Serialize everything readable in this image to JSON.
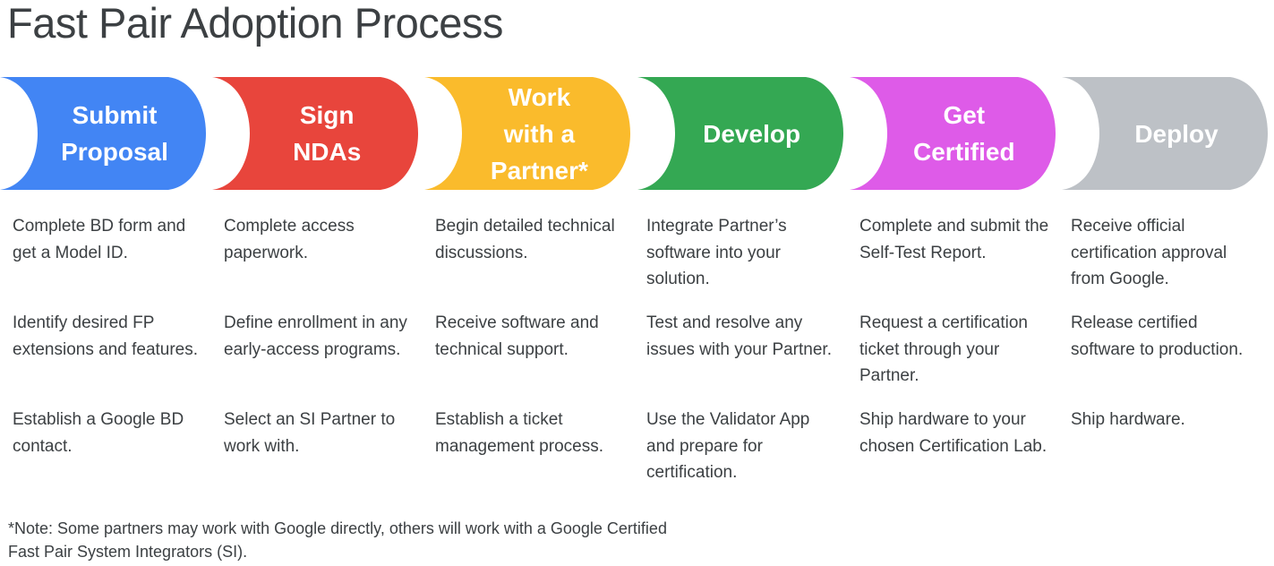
{
  "page": {
    "title": "Fast Pair Adoption Process",
    "footnote": "*Note: Some partners may work with Google directly, others will work with a Google Certified Fast Pair System Integrators (SI)."
  },
  "colors": {
    "blue": "#4285F4",
    "red": "#E8453C",
    "yellow": "#FABB2C",
    "green": "#34A853",
    "magenta": "#DE5BE8",
    "gray": "#BDC1C6",
    "text": "#3c4043",
    "chevron_text": "#ffffff",
    "background": "#ffffff"
  },
  "steps": [
    {
      "id": "submit-proposal",
      "color": "#4285F4",
      "title_lines": [
        "Submit",
        "Proposal"
      ],
      "title": "Submit Proposal",
      "items": [
        "Complete BD form and get a Model ID.",
        "Identify desired FP extensions and features.",
        "Establish a Google BD contact."
      ]
    },
    {
      "id": "sign-ndas",
      "color": "#E8453C",
      "title_lines": [
        "Sign",
        "NDAs"
      ],
      "title": "Sign NDAs",
      "items": [
        "Complete access paperwork.",
        "Define enrollment in any early-access programs.",
        "Select an SI Partner to work with."
      ]
    },
    {
      "id": "work-with-a-partner",
      "color": "#FABB2C",
      "title_lines": [
        "Work",
        "with a",
        "Partner*"
      ],
      "title": "Work with a Partner*",
      "items": [
        "Begin detailed technical discussions.",
        "Receive software and technical support.",
        "Establish a ticket management process."
      ]
    },
    {
      "id": "develop",
      "color": "#34A853",
      "title_lines": [
        "Develop"
      ],
      "title": "Develop",
      "items": [
        "Integrate Partner’s software into your solution.",
        "Test and resolve any issues with your Partner.",
        "Use the Validator App and prepare for certification."
      ]
    },
    {
      "id": "get-certified",
      "color": "#DE5BE8",
      "title_lines": [
        "Get",
        "Certified"
      ],
      "title": "Get Certified",
      "items": [
        "Complete and submit the Self-Test Report.",
        "Request a certification ticket through your Partner.",
        "Ship hardware to your chosen Certification Lab."
      ]
    },
    {
      "id": "deploy",
      "color": "#BDC1C6",
      "title_lines": [
        "Deploy"
      ],
      "title": "Deploy",
      "items": [
        "Receive official certification approval from Google.",
        "Release certified software to production.",
        "Ship hardware."
      ]
    }
  ]
}
